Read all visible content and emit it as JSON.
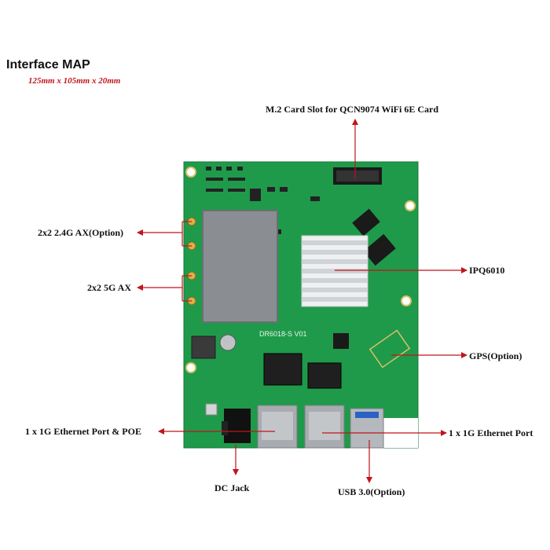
{
  "title": "Interface MAP",
  "subtitle": "125mm x 105mm x 20mm",
  "board": {
    "silkscreen_model": "DR6018-S V01"
  },
  "labels": {
    "m2_slot": "M.2 Card Slot for QCN9074  WiFi 6E Card",
    "ax24g": "2x2 2.4G AX(Option)",
    "ax5g": "2x2 5G AX",
    "ipq": "IPQ6010",
    "gps": "GPS(Option)",
    "eth_poe": "1 x 1G Ethernet Port & POE",
    "eth": "1 x 1G Ethernet Port",
    "dc_jack": "DC Jack",
    "usb": "USB 3.0(Option)"
  },
  "colors": {
    "pcb": "#1f9a4a",
    "arrow": "#c0151b",
    "shield": "#8a8d91",
    "heatsink": "#eef0f2"
  }
}
